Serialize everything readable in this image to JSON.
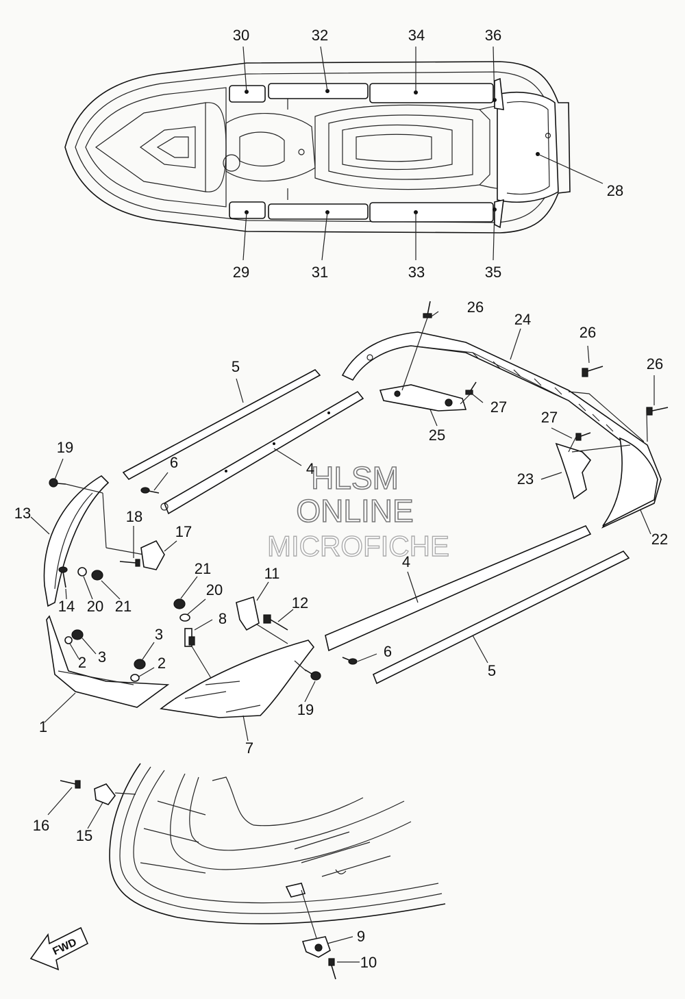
{
  "diagram": {
    "callouts": [
      {
        "id": "30",
        "text": "30"
      },
      {
        "id": "32",
        "text": "32"
      },
      {
        "id": "34",
        "text": "34"
      },
      {
        "id": "36",
        "text": "36"
      },
      {
        "id": "28",
        "text": "28"
      },
      {
        "id": "29",
        "text": "29"
      },
      {
        "id": "31",
        "text": "31"
      },
      {
        "id": "33",
        "text": "33"
      },
      {
        "id": "35",
        "text": "35"
      },
      {
        "id": "26a",
        "text": "26"
      },
      {
        "id": "24",
        "text": "24"
      },
      {
        "id": "26b",
        "text": "26"
      },
      {
        "id": "26c",
        "text": "26"
      },
      {
        "id": "27a",
        "text": "27"
      },
      {
        "id": "25",
        "text": "25"
      },
      {
        "id": "27b",
        "text": "27"
      },
      {
        "id": "23",
        "text": "23"
      },
      {
        "id": "22",
        "text": "22"
      },
      {
        "id": "5a",
        "text": "5"
      },
      {
        "id": "4a",
        "text": "4"
      },
      {
        "id": "6a",
        "text": "6"
      },
      {
        "id": "19a",
        "text": "19"
      },
      {
        "id": "13",
        "text": "13"
      },
      {
        "id": "18",
        "text": "18"
      },
      {
        "id": "17",
        "text": "17"
      },
      {
        "id": "14",
        "text": "14"
      },
      {
        "id": "20a",
        "text": "20"
      },
      {
        "id": "21a",
        "text": "21"
      },
      {
        "id": "21b",
        "text": "21"
      },
      {
        "id": "20b",
        "text": "20"
      },
      {
        "id": "8",
        "text": "8"
      },
      {
        "id": "11",
        "text": "11"
      },
      {
        "id": "12",
        "text": "12"
      },
      {
        "id": "4b",
        "text": "4"
      },
      {
        "id": "6b",
        "text": "6"
      },
      {
        "id": "5b",
        "text": "5"
      },
      {
        "id": "3a",
        "text": "3"
      },
      {
        "id": "3b",
        "text": "3"
      },
      {
        "id": "2a",
        "text": "2"
      },
      {
        "id": "2b",
        "text": "2"
      },
      {
        "id": "1",
        "text": "1"
      },
      {
        "id": "7",
        "text": "7"
      },
      {
        "id": "19b",
        "text": "19"
      },
      {
        "id": "16",
        "text": "16"
      },
      {
        "id": "15",
        "text": "15"
      },
      {
        "id": "9",
        "text": "9"
      },
      {
        "id": "10",
        "text": "10"
      }
    ],
    "watermark": [
      "HLSM",
      "ONLINE",
      "MICROFICHE"
    ],
    "direction_label": "FWD"
  }
}
